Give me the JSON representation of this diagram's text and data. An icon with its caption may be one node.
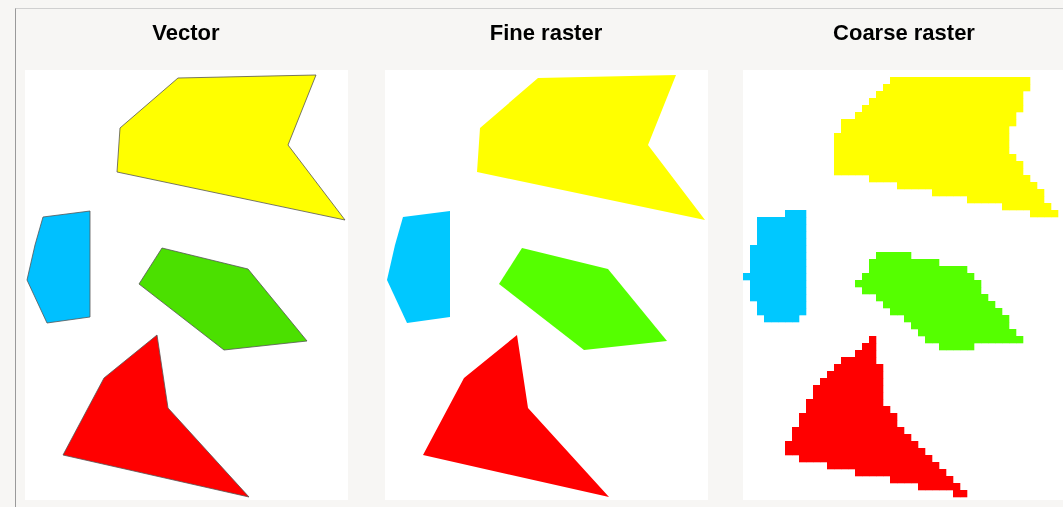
{
  "diagram": {
    "labels": [
      "Vector",
      "Fine raster",
      "Coarse raster"
    ]
  }
}
